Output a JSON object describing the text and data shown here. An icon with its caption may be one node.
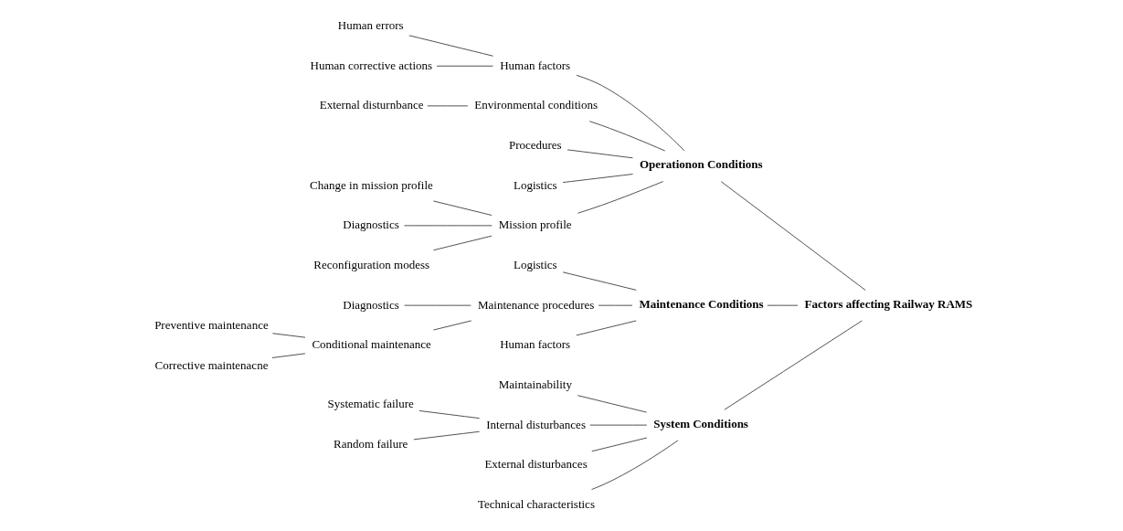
{
  "diagram": {
    "nodes": [
      {
        "text": [
          "System Conditions"
        ]
      },
      {
        "text": [
          "Maintainability"
        ]
      },
      {
        "text": [
          "Systematic failure"
        ]
      },
      {
        "text": [
          "Internal disturbances"
        ]
      },
      {
        "text": [
          "External disturbances"
        ]
      },
      {
        "text": [
          "Random failure"
        ]
      },
      {
        "text": [
          "Technical characteristics"
        ]
      },
      {
        "text": [
          "Factors affecting Railway RAMS"
        ]
      },
      {
        "text": [
          "Human errors"
        ]
      },
      {
        "text": [
          "Human factors"
        ]
      },
      {
        "text": [
          "External disturnbance"
        ]
      },
      {
        "text": [
          "Human corrective actions"
        ]
      },
      {
        "text": [
          "Environmental conditions"
        ]
      },
      {
        "text": [
          "Procedures"
        ]
      },
      {
        "text": [
          "Change in mission profile"
        ]
      },
      {
        "text": [
          "Logistics"
        ]
      },
      {
        "text": [
          "Mission profile"
        ]
      },
      {
        "text": [
          "Diagnostics"
        ]
      },
      {
        "text": [
          "Reconfiguration modess"
        ]
      },
      {
        "text": [
          "Operationon Conditions"
        ]
      },
      {
        "text": [
          "Logistics"
        ]
      },
      {
        "text": [
          "Maintenance procedures"
        ]
      },
      {
        "text": [
          "Human factors"
        ]
      },
      {
        "text": [
          "Preventive maintenance"
        ]
      },
      {
        "text": [
          "Diagnostics"
        ]
      },
      {
        "text": [
          "Corrective maintenacne"
        ]
      },
      {
        "text": [
          "Maintenance Conditions"
        ]
      },
      {
        "text": [
          "Conditional maintenance"
        ]
      }
    ],
    "edges": [
      {
        "from": 0,
        "to": 7,
        "arrow": "none"
      },
      {
        "from": 1,
        "to": 0,
        "arrow": "none"
      },
      {
        "from": 2,
        "to": 3,
        "arrow": "none"
      },
      {
        "from": 5,
        "to": 3,
        "arrow": "none"
      },
      {
        "from": 3,
        "to": 0,
        "arrow": "none"
      },
      {
        "from": 4,
        "to": 0,
        "arrow": "none"
      },
      {
        "from": 6,
        "to": 0,
        "arrow": "none"
      },
      {
        "from": 19,
        "to": 7,
        "arrow": "none"
      },
      {
        "from": 8,
        "to": 9,
        "arrow": "none"
      },
      {
        "from": 11,
        "to": 9,
        "arrow": "none"
      },
      {
        "from": 9,
        "to": 19,
        "arrow": "none"
      },
      {
        "from": 10,
        "to": 12,
        "arrow": "none"
      },
      {
        "from": 12,
        "to": 19,
        "arrow": "none"
      },
      {
        "from": 13,
        "to": 19,
        "arrow": "none"
      },
      {
        "from": 15,
        "to": 19,
        "arrow": "none"
      },
      {
        "from": 14,
        "to": 16,
        "arrow": "none"
      },
      {
        "from": 17,
        "to": 16,
        "arrow": "none"
      },
      {
        "from": 18,
        "to": 16,
        "arrow": "none"
      },
      {
        "from": 16,
        "to": 19,
        "arrow": "none"
      },
      {
        "from": 26,
        "to": 7,
        "arrow": "none"
      },
      {
        "from": 20,
        "to": 26,
        "arrow": "none"
      },
      {
        "from": 22,
        "to": 26,
        "arrow": "none"
      },
      {
        "from": 24,
        "to": 21,
        "arrow": "none"
      },
      {
        "from": 21,
        "to": 26,
        "arrow": "none"
      },
      {
        "from": 23,
        "to": 27,
        "arrow": "none"
      },
      {
        "from": 25,
        "to": 27,
        "arrow": "none"
      },
      {
        "from": 27,
        "to": 21,
        "arrow": "none"
      }
    ]
  }
}
